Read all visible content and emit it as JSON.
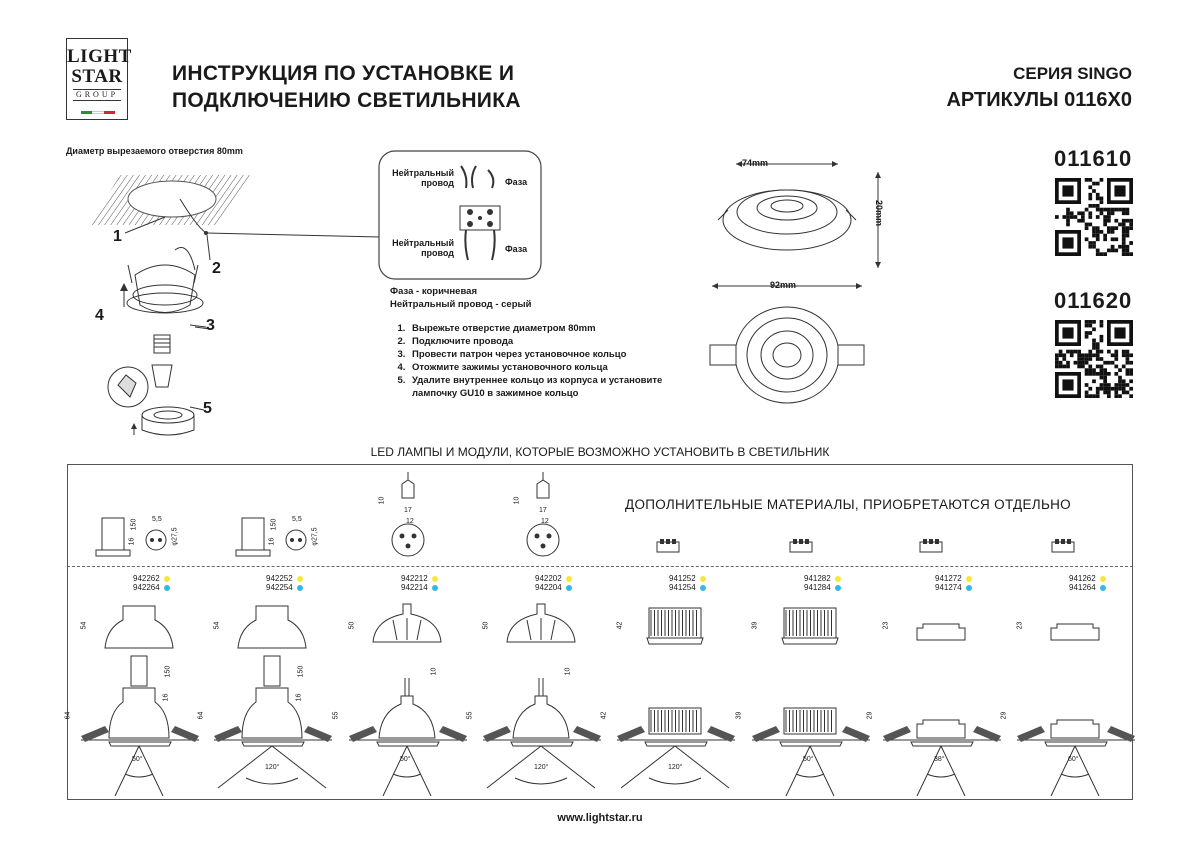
{
  "logo": {
    "line1": "LIGHT",
    "line2": "STAR",
    "line3": "GROUP",
    "flag_colors": [
      "#2e8b3a",
      "#ffffff",
      "#d22630"
    ]
  },
  "header": {
    "title_line1": "ИНСТРУКЦИЯ ПО УСТАНОВКЕ И",
    "title_line2": "ПОДКЛЮЧЕНИЮ СВЕТИЛЬНИКА",
    "series": "СЕРИЯ SINGO",
    "articles": "АРТИКУЛЫ 0116X0"
  },
  "install": {
    "hole_label": "Диаметр вырезаемого отверстия 80mm",
    "callouts": [
      "1",
      "2",
      "3",
      "4",
      "5"
    ]
  },
  "wiring": {
    "neutral_top": [
      "Нейтральный",
      "провод"
    ],
    "phase_top": "Фаза",
    "neutral_bottom": [
      "Нейтральный",
      "провод"
    ],
    "phase_bottom": "Фаза"
  },
  "legend": {
    "line1": "Фаза - коричневая",
    "line2": "Нейтральный провод - серый"
  },
  "steps": [
    "Вырежьте отверстие диаметром 80mm",
    "Подключите провода",
    "Провести патрон через установочное кольцо",
    "Отожмите зажимы установочного кольца",
    "Удалите внутреннее кольцо из корпуса и установите лампочку GU10 в зажимное кольцо"
  ],
  "dimensions": {
    "top_width": "74mm",
    "height": "20mm",
    "total_width": "92mm"
  },
  "codes": [
    "011610",
    "011620"
  ],
  "led_section_title": "LED ЛАМПЫ И МОДУЛИ, КОТОРЫЕ ВОЗМОЖНО УСТАНОВИТЬ В СВЕТИЛЬНИК",
  "additional_title": "ДОПОЛНИТЕЛЬНЫЕ МАТЕРИАЛЫ, ПРИОБРЕТАЮТСЯ ОТДЕЛЬНО",
  "dot_colors": {
    "yellow": "#f3e83b",
    "cyan": "#35b8e0"
  },
  "lamps": [
    {
      "a1": "942262",
      "a2": "942264",
      "h": "54",
      "inst_h": "64",
      "angle": "50°",
      "d1": "150",
      "d2": "16"
    },
    {
      "a1": "942252",
      "a2": "942254",
      "h": "54",
      "inst_h": "64",
      "angle": "120°",
      "d1": "150",
      "d2": "16"
    },
    {
      "a1": "942212",
      "a2": "942214",
      "h": "50",
      "inst_h": "55",
      "angle": "50°",
      "d1": "10"
    },
    {
      "a1": "942202",
      "a2": "942204",
      "h": "50",
      "inst_h": "55",
      "angle": "120°",
      "d1": "10"
    },
    {
      "a1": "941252",
      "a2": "941254",
      "h": "42",
      "inst_h": "42",
      "angle": "120°"
    },
    {
      "a1": "941282",
      "a2": "941284",
      "h": "39",
      "inst_h": "39",
      "angle": "50°"
    },
    {
      "a1": "941272",
      "a2": "941274",
      "h": "23",
      "inst_h": "29",
      "angle": "38°"
    },
    {
      "a1": "941262",
      "a2": "941264",
      "h": "23",
      "inst_h": "29",
      "angle": "60°"
    }
  ],
  "socket_dims": {
    "d1": "150",
    "d2": "16",
    "w1": "5,5",
    "w2": "φ27,5",
    "d3": "10",
    "w3": "17",
    "w4": "12"
  },
  "website": "www.lightstar.ru"
}
